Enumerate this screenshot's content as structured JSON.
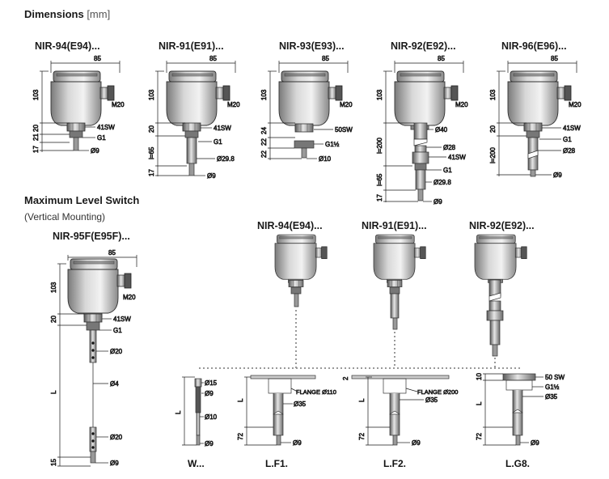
{
  "headings": {
    "dimensions": "Dimensions",
    "dimensions_unit": "[mm]",
    "max_level": "Maximum Level Switch",
    "max_level_sub": "(Vertical Mounting)"
  },
  "models_top": [
    "NIR-94(E94)...",
    "NIR-91(E91)...",
    "NIR-93(E93)...",
    "NIR-92(E92)...",
    "NIR-96(E96)..."
  ],
  "model_95f": "NIR-95F(E95F)...",
  "models_bottom": [
    "NIR-94(E94)...",
    "NIR-91(E91)...",
    "NIR-92(E92)..."
  ],
  "labels": {
    "w85": "85",
    "h103": "103",
    "m20": "M20",
    "sw41": "41SW",
    "sw50": "50SW",
    "sw50b": "50 SW",
    "g1": "G1",
    "g1half": "G1½",
    "d9": "Ø9",
    "d10": "Ø10",
    "d15": "Ø15",
    "d20": "Ø20",
    "d4": "Ø4",
    "d28": "Ø28",
    "d29_8": "Ø29.8",
    "d35": "Ø35",
    "d40": "Ø40",
    "l_65": "l=65",
    "l_200": "l=200",
    "L": "L",
    "n17": "17",
    "n20": "20",
    "n21": "21",
    "n22": "22",
    "n24": "24",
    "n2": "2",
    "n10": "10",
    "n15": "15",
    "n72": "72",
    "flange110": "FLANGE Ø110",
    "flange200": "FLANGE Ø200"
  },
  "variants": [
    "W...",
    "L.F1.",
    "L.F2.",
    "L.G8."
  ]
}
